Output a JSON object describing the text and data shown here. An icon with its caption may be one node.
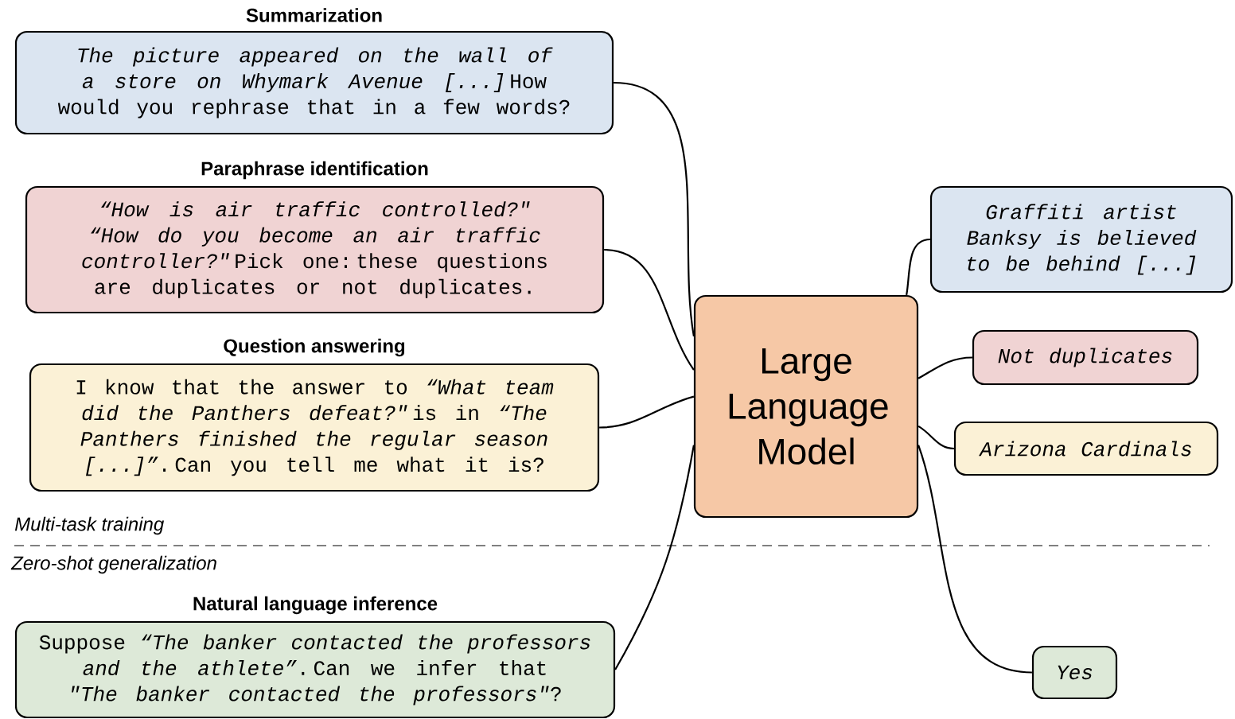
{
  "diagram": {
    "nodes": [
      {
        "text": [
          "Summarization",
          "*The picture appeared on the wall of a store on Whymark Avenue [...]* How would you rephrase that in a few words?"
        ]
      },
      {
        "text": [
          "Paraphrase identification",
          "*“How is air traffic controlled?\" “How do you become an air traffic controller?\"* Pick one: these questions are duplicates or not duplicates."
        ]
      },
      {
        "text": [
          "Question answering",
          "I know that the answer to *“What team did the Panthers defeat?\"* is in *“The Panthers finished the regular season [...]”*. Can you tell me what it is?"
        ]
      },
      {
        "text": [
          "Natural language inference",
          "Suppose *“The banker contacted the professors and the athlete”*. Can we infer that *\"The banker contacted the professors\"*?"
        ]
      },
      {
        "text": [
          "Large Language Model"
        ]
      },
      {
        "text": [
          "Graffiti artist Banksy is believed to be behind [...]"
        ]
      },
      {
        "text": [
          "Not duplicates"
        ]
      },
      {
        "text": [
          "Arizona Cardinals"
        ]
      },
      {
        "text": [
          "Yes"
        ]
      }
    ],
    "edges": [
      {
        "from": 0,
        "to": 4,
        "arrow": "none"
      },
      {
        "from": 1,
        "to": 4,
        "arrow": "none"
      },
      {
        "from": 2,
        "to": 4,
        "arrow": "none"
      },
      {
        "from": 3,
        "to": 4,
        "arrow": "none"
      },
      {
        "from": 4,
        "to": 5,
        "arrow": "none"
      },
      {
        "from": 4,
        "to": 6,
        "arrow": "none"
      },
      {
        "from": 4,
        "to": 7,
        "arrow": "none"
      },
      {
        "from": 4,
        "to": 8,
        "arrow": "none"
      }
    ],
    "labels": [
      "Multi-task training",
      "Zero-shot generalization"
    ]
  }
}
